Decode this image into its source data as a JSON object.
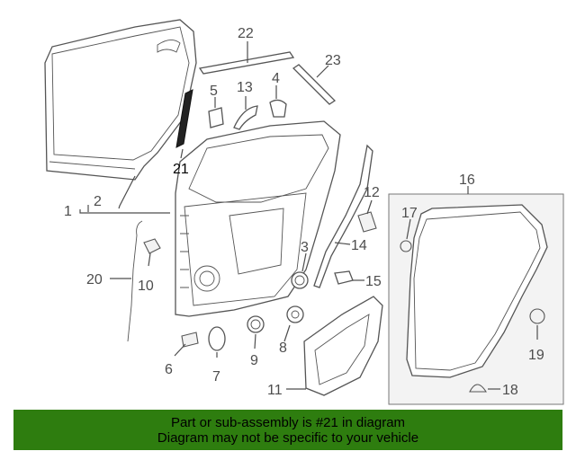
{
  "callouts": [
    {
      "id": "c1",
      "text": "1"
    },
    {
      "id": "c2",
      "text": "2"
    },
    {
      "id": "c3",
      "text": "3"
    },
    {
      "id": "c4",
      "text": "4"
    },
    {
      "id": "c5",
      "text": "5"
    },
    {
      "id": "c6",
      "text": "6"
    },
    {
      "id": "c7",
      "text": "7"
    },
    {
      "id": "c8",
      "text": "8"
    },
    {
      "id": "c9",
      "text": "9"
    },
    {
      "id": "c10",
      "text": "10"
    },
    {
      "id": "c11",
      "text": "11"
    },
    {
      "id": "c12",
      "text": "12"
    },
    {
      "id": "c13",
      "text": "13"
    },
    {
      "id": "c14",
      "text": "14"
    },
    {
      "id": "c15",
      "text": "15"
    },
    {
      "id": "c16",
      "text": "16"
    },
    {
      "id": "c17",
      "text": "17"
    },
    {
      "id": "c18",
      "text": "18"
    },
    {
      "id": "c19",
      "text": "19"
    },
    {
      "id": "c20",
      "text": "20"
    },
    {
      "id": "c21",
      "text": "21"
    },
    {
      "id": "c22",
      "text": "22"
    },
    {
      "id": "c23",
      "text": "23"
    }
  ],
  "highlighted_part": "21",
  "banner": {
    "line1": "Part or sub-assembly is #21 in diagram",
    "line2": "Diagram may not be specific to your vehicle",
    "color": "#2e7d0f"
  }
}
